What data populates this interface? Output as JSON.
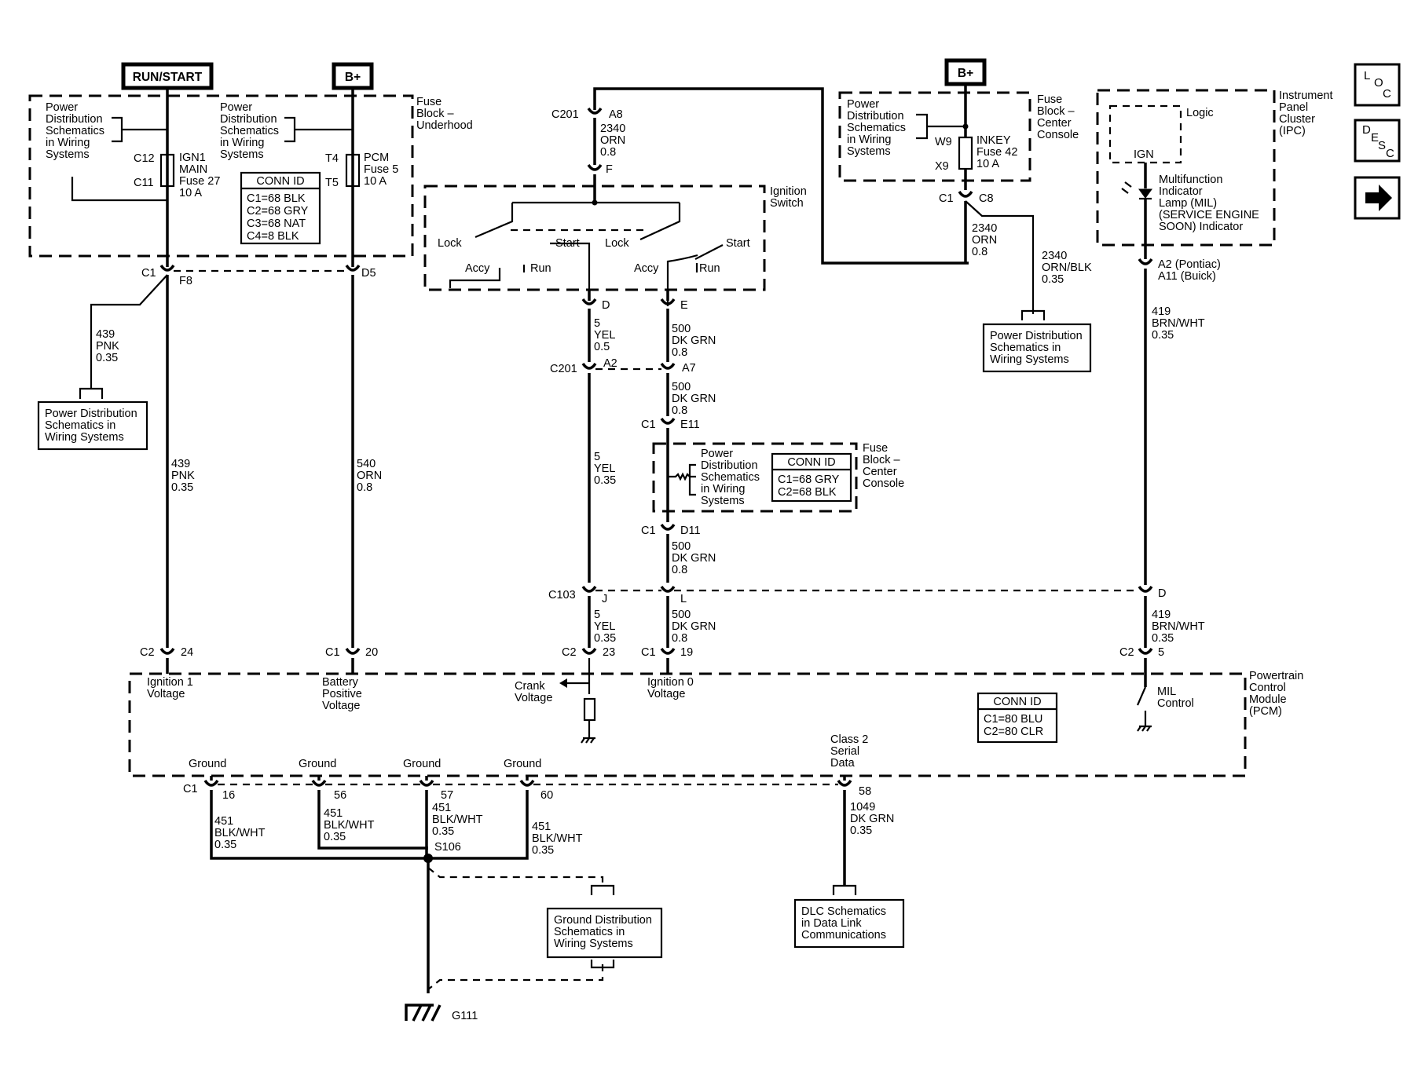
{
  "headers": {
    "run_start": "RUN/START",
    "bplus_left": "B+",
    "bplus_right": "B+"
  },
  "fuse_block_underhood": {
    "title": [
      "Fuse",
      "Block –",
      "Underhood"
    ],
    "pds_left": [
      "Power",
      "Distribution",
      "Schematics",
      "in Wiring",
      "Systems"
    ],
    "pds_mid": [
      "Power",
      "Distribution",
      "Schematics",
      "in Wiring",
      "Systems"
    ],
    "fuse_ign1": {
      "top": "C12",
      "bottom": "C11",
      "label": [
        "IGN1",
        "MAIN",
        "Fuse 27",
        "10 A"
      ]
    },
    "fuse_pcm": {
      "top": "T4",
      "bottom": "T5",
      "label": [
        "PCM",
        "Fuse 5",
        "10 A"
      ]
    },
    "conn_id": {
      "title": "CONN ID",
      "lines": [
        "C1=68 BLK",
        "C2=68 GRY",
        "C3=68 NAT",
        "C4=8 BLK"
      ]
    }
  },
  "left_section": {
    "c1": "C1",
    "f8": "F8",
    "d5": "D5",
    "w439_top": [
      "439",
      "PNK",
      "0.35"
    ],
    "pds_box": [
      "Power Distribution",
      "Schematics in",
      "Wiring Systems"
    ],
    "w439": [
      "439",
      "PNK",
      "0.35"
    ],
    "w540": [
      "540",
      "ORN",
      "0.8"
    ],
    "c2_24": {
      "c": "C2",
      "n": "24"
    },
    "c1_20": {
      "c": "C1",
      "n": "20"
    }
  },
  "ignition": {
    "c201_top": "C201",
    "a8": "A8",
    "w2340": [
      "2340",
      "ORN",
      "0.8"
    ],
    "f": "F",
    "title": [
      "Ignition",
      "Switch"
    ],
    "lock_l": "Lock",
    "start_l": "Start",
    "accy_l": "Accy",
    "run_l": "Run",
    "lock_r": "Lock",
    "start_r": "Start",
    "accy_r": "Accy",
    "run_r": "Run",
    "d": "D",
    "e": "E",
    "w5_a": [
      "5",
      "YEL",
      "0.5"
    ],
    "w500_a": [
      "500",
      "DK GRN",
      "0.8"
    ],
    "c201_mid": "C201",
    "a2": "A2",
    "a7": "A7",
    "w500_b": [
      "500",
      "DK GRN",
      "0.8"
    ],
    "c1_e11": {
      "c": "C1",
      "n": "E11"
    },
    "w5_b": [
      "5",
      "YEL",
      "0.35"
    ],
    "fb_cc_pds": [
      "Power",
      "Distribution",
      "Schematics",
      "in Wiring",
      "Systems"
    ],
    "fb_cc_conn": {
      "title": "CONN ID",
      "lines": [
        "C1=68 GRY",
        "C2=68 BLK"
      ]
    },
    "fb_cc_title": [
      "Fuse",
      "Block –",
      "Center",
      "Console"
    ],
    "c1_d11": {
      "c": "C1",
      "n": "D11"
    },
    "w500_c": [
      "500",
      "DK GRN",
      "0.8"
    ],
    "c103": "C103",
    "j": "J",
    "l": "L",
    "d_right": "D",
    "w5_c": [
      "5",
      "YEL",
      "0.35"
    ],
    "w500_d": [
      "500",
      "DK GRN",
      "0.8"
    ],
    "c2_23": {
      "c": "C2",
      "n": "23"
    },
    "c1_19": {
      "c": "C1",
      "n": "19"
    }
  },
  "fuse_block_cc": {
    "pds": [
      "Power",
      "Distribution",
      "Schematics",
      "in Wiring",
      "Systems"
    ],
    "w9": "W9",
    "x9": "X9",
    "fuse": [
      "INKEY",
      "Fuse 42",
      "10 A"
    ],
    "title": [
      "Fuse",
      "Block –",
      "Center",
      "Console"
    ],
    "c1": "C1",
    "c8": "C8",
    "w2340_a": [
      "2340",
      "ORN",
      "0.8"
    ],
    "w2340_b": [
      "2340",
      "ORN/BLK",
      "0.35"
    ],
    "pds_box": [
      "Power Distribution",
      "Schematics in",
      "Wiring Systems"
    ]
  },
  "ipc": {
    "title": [
      "Instrument",
      "Panel",
      "Cluster",
      "(IPC)"
    ],
    "logic": "Logic",
    "ign": "IGN",
    "lamp": [
      "Multifunction",
      "Indicator",
      "Lamp (MIL)",
      "(SERVICE ENGINE",
      "SOON) Indicator"
    ],
    "a2": "A2 (Pontiac)",
    "a11": "A11 (Buick)",
    "w419_a": [
      "419",
      "BRN/WHT",
      "0.35"
    ],
    "w419_b": [
      "419",
      "BRN/WHT",
      "0.35"
    ],
    "c2_5": {
      "c": "C2",
      "n": "5"
    }
  },
  "pcm": {
    "title": [
      "Powertrain",
      "Control",
      "Module",
      "(PCM)"
    ],
    "ign1": [
      "Ignition 1",
      "Voltage"
    ],
    "batt": [
      "Battery",
      "Positive",
      "Voltage"
    ],
    "crank": [
      "Crank",
      "Voltage"
    ],
    "ign0": [
      "Ignition 0",
      "Voltage"
    ],
    "mil": [
      "MIL",
      "Control"
    ],
    "conn": {
      "title": "CONN ID",
      "lines": [
        "C1=80 BLU",
        "C2=80 CLR"
      ]
    },
    "class2": [
      "Class 2",
      "Serial",
      "Data"
    ],
    "ground": "Ground"
  },
  "grounds": {
    "c1": "C1",
    "pins": [
      "16",
      "56",
      "57",
      "60",
      "58"
    ],
    "w451_a": [
      "451",
      "BLK/WHT",
      "0.35"
    ],
    "w451_b": [
      "451",
      "BLK/WHT",
      "0.35"
    ],
    "w451_c": [
      "451",
      "BLK/WHT",
      "0.35"
    ],
    "w451_d": [
      "451",
      "BLK/WHT",
      "0.35"
    ],
    "w1049": [
      "1049",
      "DK GRN",
      "0.35"
    ],
    "s106": "S106",
    "gds_box": [
      "Ground Distribution",
      "Schematics in",
      "Wiring Systems"
    ],
    "dlc_box": [
      "DLC Schematics",
      "in Data Link",
      "Communications"
    ],
    "g111": "G111"
  },
  "nav": {
    "loc": [
      "L",
      "O",
      "C"
    ],
    "desc": [
      "D",
      "E",
      "S",
      "C"
    ],
    "next_icon": "arrow-right-icon"
  }
}
